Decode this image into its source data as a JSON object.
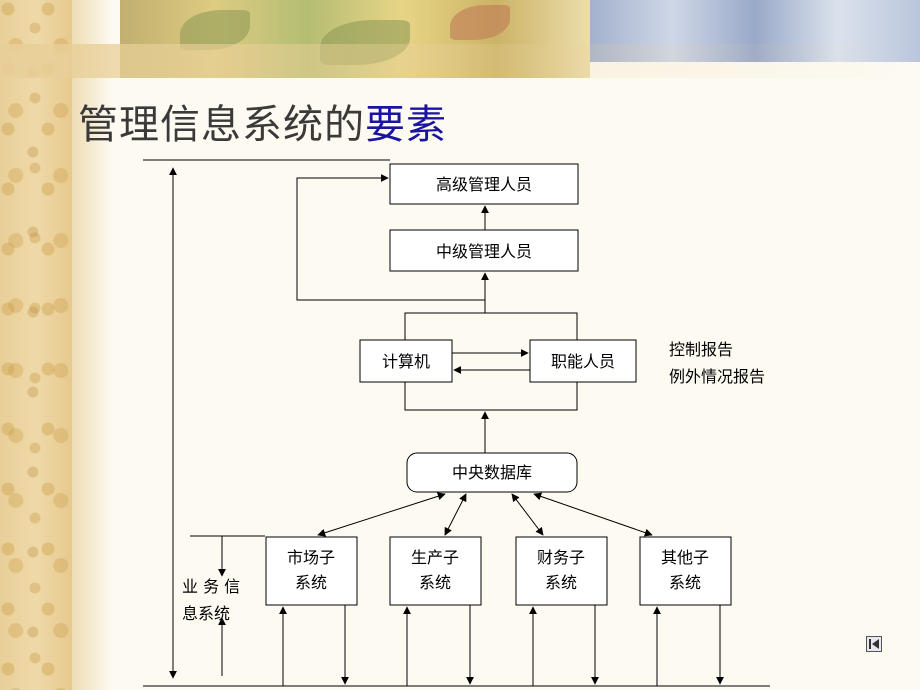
{
  "slide": {
    "title_main": "管理信息系统的",
    "title_highlight": "要素"
  },
  "diagram": {
    "top_manager": "高级管理人员",
    "mid_manager": "中级管理人员",
    "computer": "计算机",
    "staff": "职能人员",
    "reports": [
      "控制报告",
      "例外情况报告"
    ],
    "database": "中央数据库",
    "subsystems": [
      {
        "line1": "市场子",
        "line2": "系统"
      },
      {
        "line1": "生产子",
        "line2": "系统"
      },
      {
        "line1": "财务子",
        "line2": "系统"
      },
      {
        "line1": "其他子",
        "line2": "系统"
      }
    ],
    "business_label_line1": "业 务 信",
    "business_label_line2": "息系统"
  },
  "nav": {
    "icon": "first-slide-icon"
  }
}
